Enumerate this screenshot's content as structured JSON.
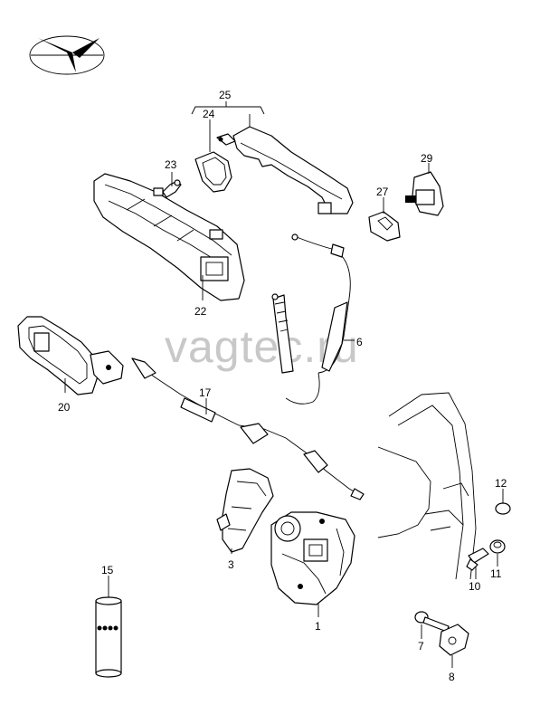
{
  "watermark": "vagtec.ru",
  "callouts": [
    {
      "id": "1",
      "label": "1"
    },
    {
      "id": "3",
      "label": "3"
    },
    {
      "id": "6",
      "label": "6"
    },
    {
      "id": "7",
      "label": "7"
    },
    {
      "id": "8",
      "label": "8"
    },
    {
      "id": "10",
      "label": "10"
    },
    {
      "id": "11",
      "label": "11"
    },
    {
      "id": "12",
      "label": "12"
    },
    {
      "id": "15",
      "label": "15"
    },
    {
      "id": "17",
      "label": "17"
    },
    {
      "id": "20",
      "label": "20"
    },
    {
      "id": "22",
      "label": "22"
    },
    {
      "id": "23",
      "label": "23"
    },
    {
      "id": "24",
      "label": "24"
    },
    {
      "id": "25",
      "label": "25"
    },
    {
      "id": "27",
      "label": "27"
    },
    {
      "id": "29",
      "label": "29"
    }
  ]
}
